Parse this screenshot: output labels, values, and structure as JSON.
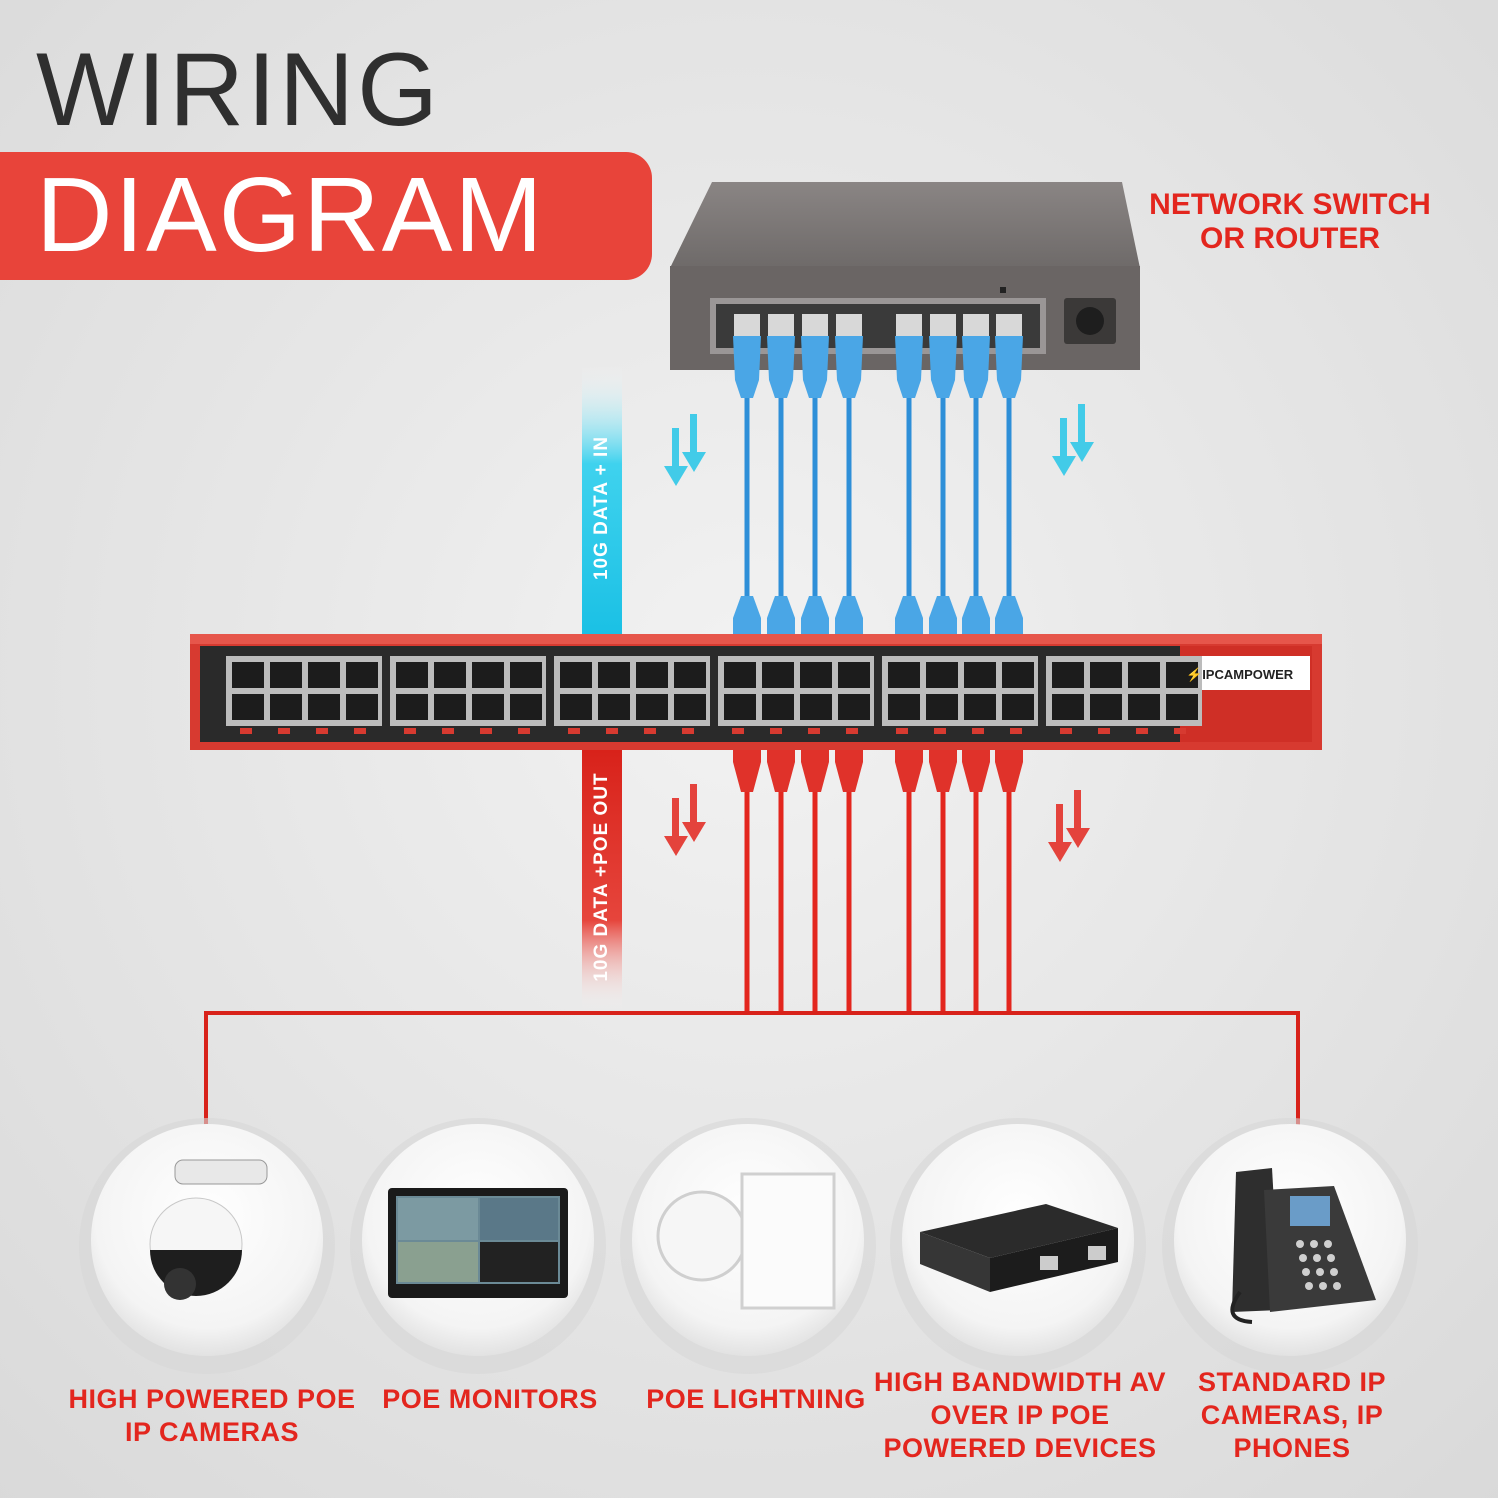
{
  "title": {
    "line1": "WIRING",
    "line2": "DIAGRAM"
  },
  "switch_label": "NETWORK SWITCH OR ROUTER",
  "flow_labels": {
    "in": "10G DATA + IN",
    "out": "10G DATA +POE OUT"
  },
  "brand": "IPCAMPOWER",
  "colors": {
    "accent_red": "#e3261e",
    "cable_blue": "#2e8fd8",
    "cable_red": "#e3261e",
    "arrow_cyan": "#25c6e8"
  },
  "devices": [
    {
      "icon": "ptz-camera-icon",
      "label": "HIGH POWERED POE IP CAMERAS"
    },
    {
      "icon": "monitor-icon",
      "label": "POE MONITORS"
    },
    {
      "icon": "light-panel-icon",
      "label": "POE LIGHTNING"
    },
    {
      "icon": "av-encoder-icon",
      "label": "HIGH BANDWIDTH AV OVER IP POE POWERED DEVICES"
    },
    {
      "icon": "ip-phone-icon",
      "label": "STANDARD IP CAMERAS, IP PHONES"
    }
  ]
}
